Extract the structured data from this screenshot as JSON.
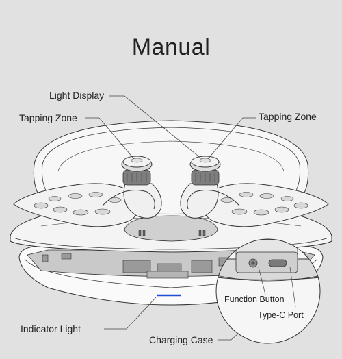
{
  "title": "Manual",
  "labels": {
    "light_display": "Light Display",
    "tapping_zone_left": "Tapping Zone",
    "tapping_zone_right": "Tapping Zone",
    "indicator_light": "Indicator Light",
    "charging_case": "Charging Case",
    "function_button": "Function Button",
    "type_c_port": "Type-C Port"
  },
  "colors": {
    "background": "#e1e1e1",
    "line": "#333333",
    "indicator": "#1e4fd8"
  }
}
